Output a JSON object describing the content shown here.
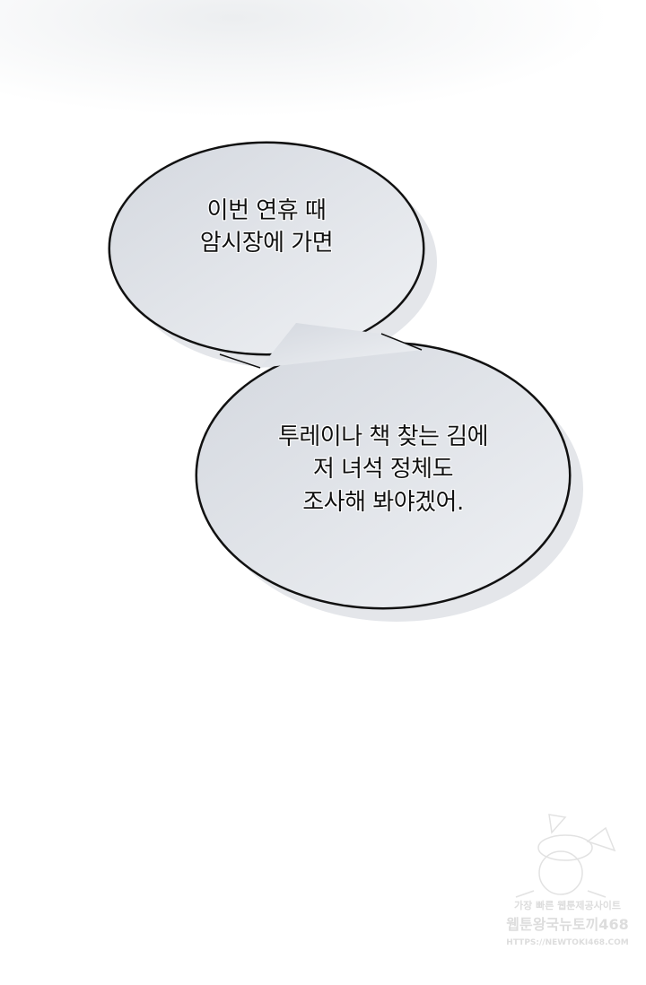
{
  "bubble_1": {
    "lines": [
      "이번 연휴 때",
      "암시장에 가면"
    ]
  },
  "bubble_2": {
    "lines": [
      "투레이나 책 찾는 김에",
      "저 녀석 정체도",
      "조사해 봐야겠어."
    ]
  },
  "watermark": {
    "line1": "가장 빠른 웹툰제공사이트",
    "line2": "웹툰왕국뉴토끼468",
    "url": "HTTPS://NEWTOKI468.COM"
  },
  "colors": {
    "bubble_fill_light": "#eef0f3",
    "bubble_fill_dark": "#d6dae0",
    "bubble_shadow": "#e3e5e9",
    "outline": "#111111"
  }
}
